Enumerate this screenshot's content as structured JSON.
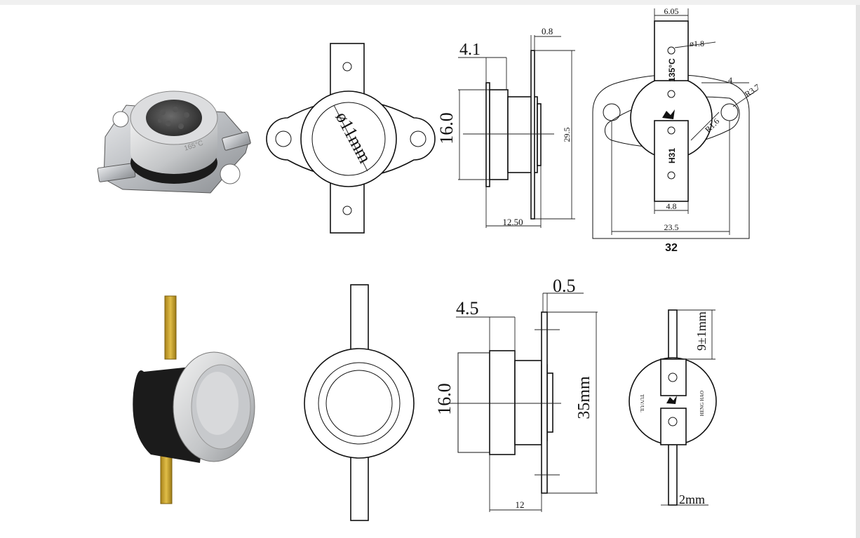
{
  "colors": {
    "background": "#ffffff",
    "line": "#111111",
    "metal": "#b9bcc0",
    "black_body": "#1b1b1b",
    "brass": "#c9a227"
  },
  "top_row": {
    "photo": {
      "icon": "thermostat-photo-silver-flange",
      "cap_marking": "165°C"
    },
    "front_view": {
      "diameter_label": "ø11mm"
    },
    "side_view": {
      "dim_top_left": "4.1",
      "dim_top_right": "0.8",
      "dim_height": "16.0",
      "dim_total_height": "29.5",
      "dim_bottom": "12.50"
    },
    "back_view": {
      "dim_top": "6.05",
      "dim_hole": "ø1.8",
      "dim_edge": "4",
      "dim_radius_large": "R3.7",
      "dim_radius_small": "R1.6",
      "terminal_temp_marking": "135°C",
      "terminal_code_marking": "H31",
      "dim_terminal_width": "4.8",
      "dim_hole_spacing": "23.5",
      "dim_total_width": "32"
    }
  },
  "bottom_row": {
    "photo": {
      "icon": "thermostat-photo-black-body-brass-terminals"
    },
    "side_view": {
      "dim_top_left": "4.5",
      "dim_top_right": "0.5",
      "dim_height": "16.0",
      "dim_total_height": "35mm",
      "dim_bottom": "12"
    },
    "back_view": {
      "dim_terminal_length": "9±1mm",
      "dim_terminal_thickness": "2mm"
    }
  }
}
